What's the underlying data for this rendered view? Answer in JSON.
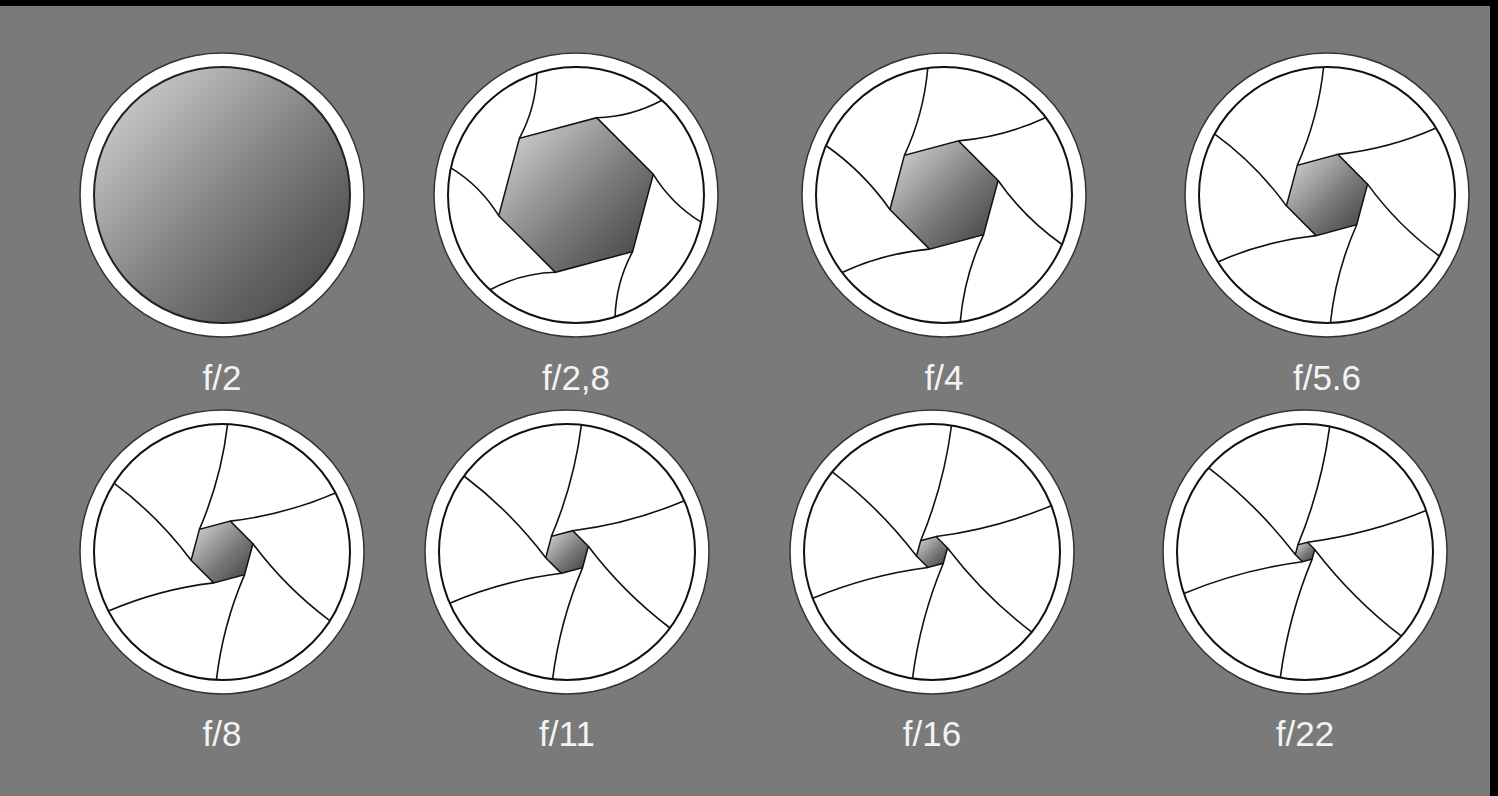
{
  "diagram": {
    "labels": [
      "f/2",
      "f/2,8",
      "f/4",
      "f/5.6",
      "f/8",
      "f/11",
      "f/16",
      "f/22"
    ]
  }
}
